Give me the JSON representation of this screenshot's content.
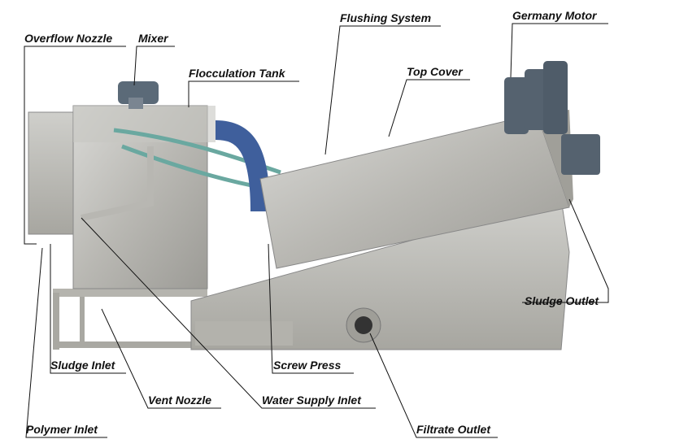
{
  "labels": {
    "overflow_nozzle": "Overflow Nozzle",
    "mixer": "Mixer",
    "flocculation_tank": "Flocculation Tank",
    "flushing_system": "Flushing System",
    "top_cover": "Top Cover",
    "germany_motor": "Germany Motor",
    "sludge_outlet": "Sludge Outlet",
    "screw_press": "Screw Press",
    "sludge_inlet": "Sludge Inlet",
    "vent_nozzle": "Vent Nozzle",
    "water_supply_inlet": "Water Supply Inlet",
    "filtrate_outlet": "Filtrate Outlet",
    "polymer_inlet": "Polymer Inlet"
  }
}
